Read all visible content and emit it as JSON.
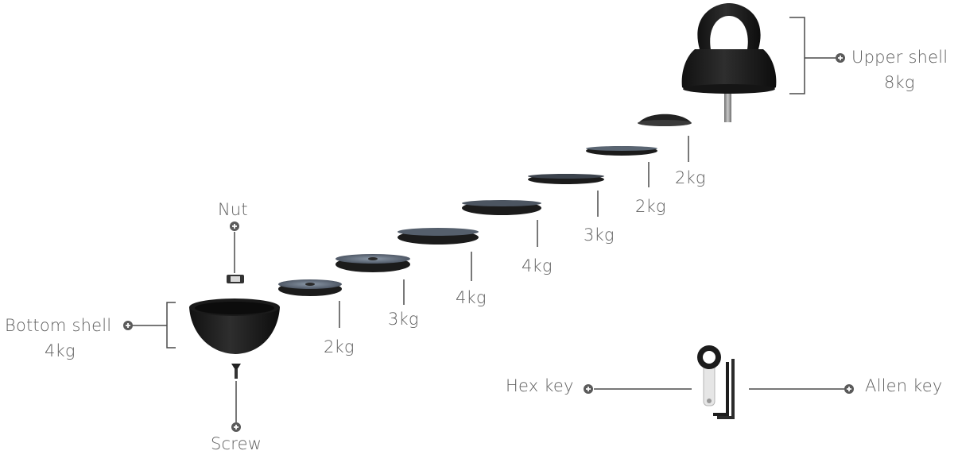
{
  "colors": {
    "text": "#5f5f5f",
    "line": "#4a4a4a",
    "metal": "#1e1e1e",
    "plate_top": "#7a8795",
    "steel": "#9a9a9a"
  },
  "components": {
    "upper_shell": {
      "name": "Upper shell",
      "weight": "8kg",
      "icon": "plus-circle-icon"
    },
    "bottom_shell": {
      "name": "Bottom shell",
      "weight": "4kg",
      "icon": "plus-circle-icon"
    },
    "nut": {
      "name": "Nut",
      "icon": "plus-circle-icon"
    },
    "screw": {
      "name": "Screw",
      "icon": "plus-circle-icon"
    },
    "hex_key": {
      "name": "Hex key",
      "icon": "plus-circle-icon"
    },
    "allen_key": {
      "name": "Allen key",
      "icon": "plus-circle-icon"
    }
  },
  "plates": [
    {
      "weight": "2kg"
    },
    {
      "weight": "3kg"
    },
    {
      "weight": "4kg"
    },
    {
      "weight": "4kg"
    },
    {
      "weight": "3kg"
    },
    {
      "weight": "2kg"
    },
    {
      "weight": "2kg"
    }
  ]
}
